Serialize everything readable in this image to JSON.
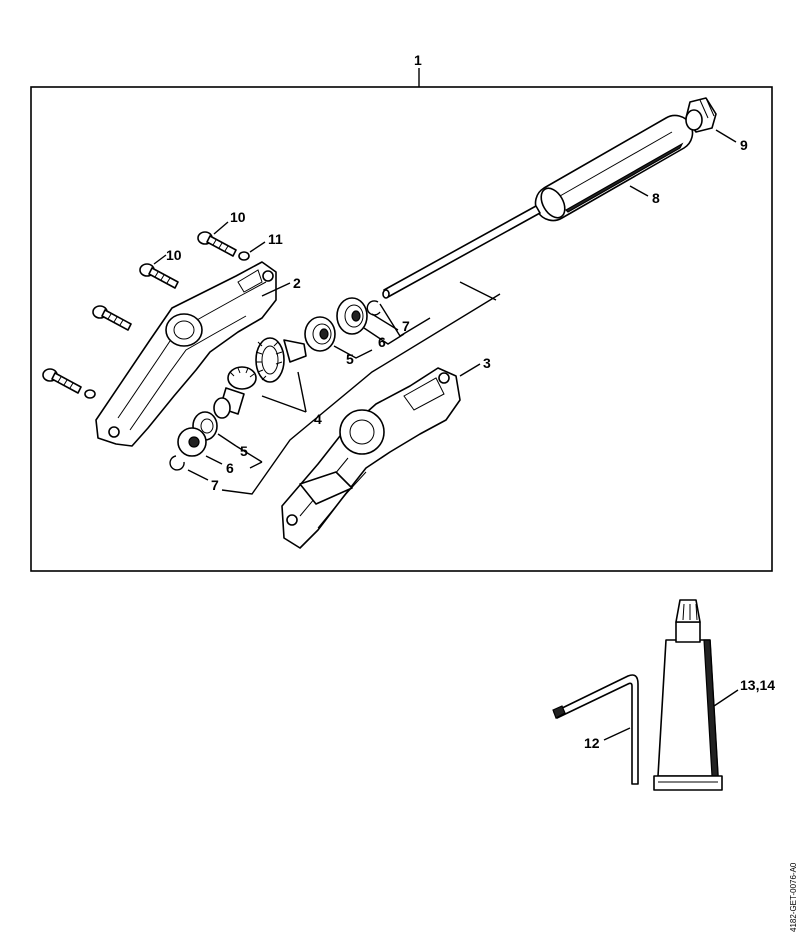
{
  "labels": {
    "assembly": "1",
    "housing_left": "2",
    "housing_right": "3",
    "gears": "4",
    "bearing_upper": "5",
    "bearing_lower": "5",
    "ring_upper": "6",
    "ring_lower": "6",
    "circlip_upper": "7",
    "circlip_lower": "7",
    "tube": "8",
    "bush": "9",
    "screw_upper": "10",
    "screw_lower": "10",
    "washer": "11",
    "wrench": "12",
    "grease": "13,14"
  },
  "reference_code": "4182-GET-0076-A0"
}
